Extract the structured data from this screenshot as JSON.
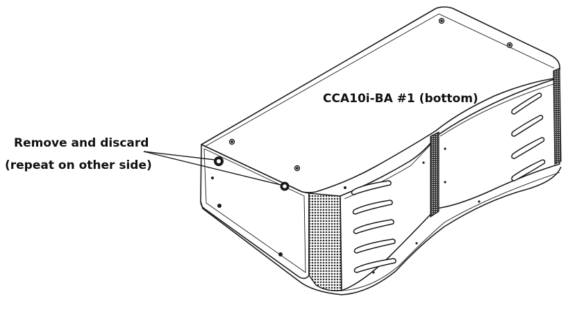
{
  "labels": {
    "device": "CCA10i-BA #1 (bottom)",
    "callout_line1": "Remove and discard",
    "callout_line2": "(repeat on other side)"
  },
  "colors": {
    "line": "#1a1a1a",
    "grille": "#2b2b2b",
    "background": "#ffffff"
  }
}
